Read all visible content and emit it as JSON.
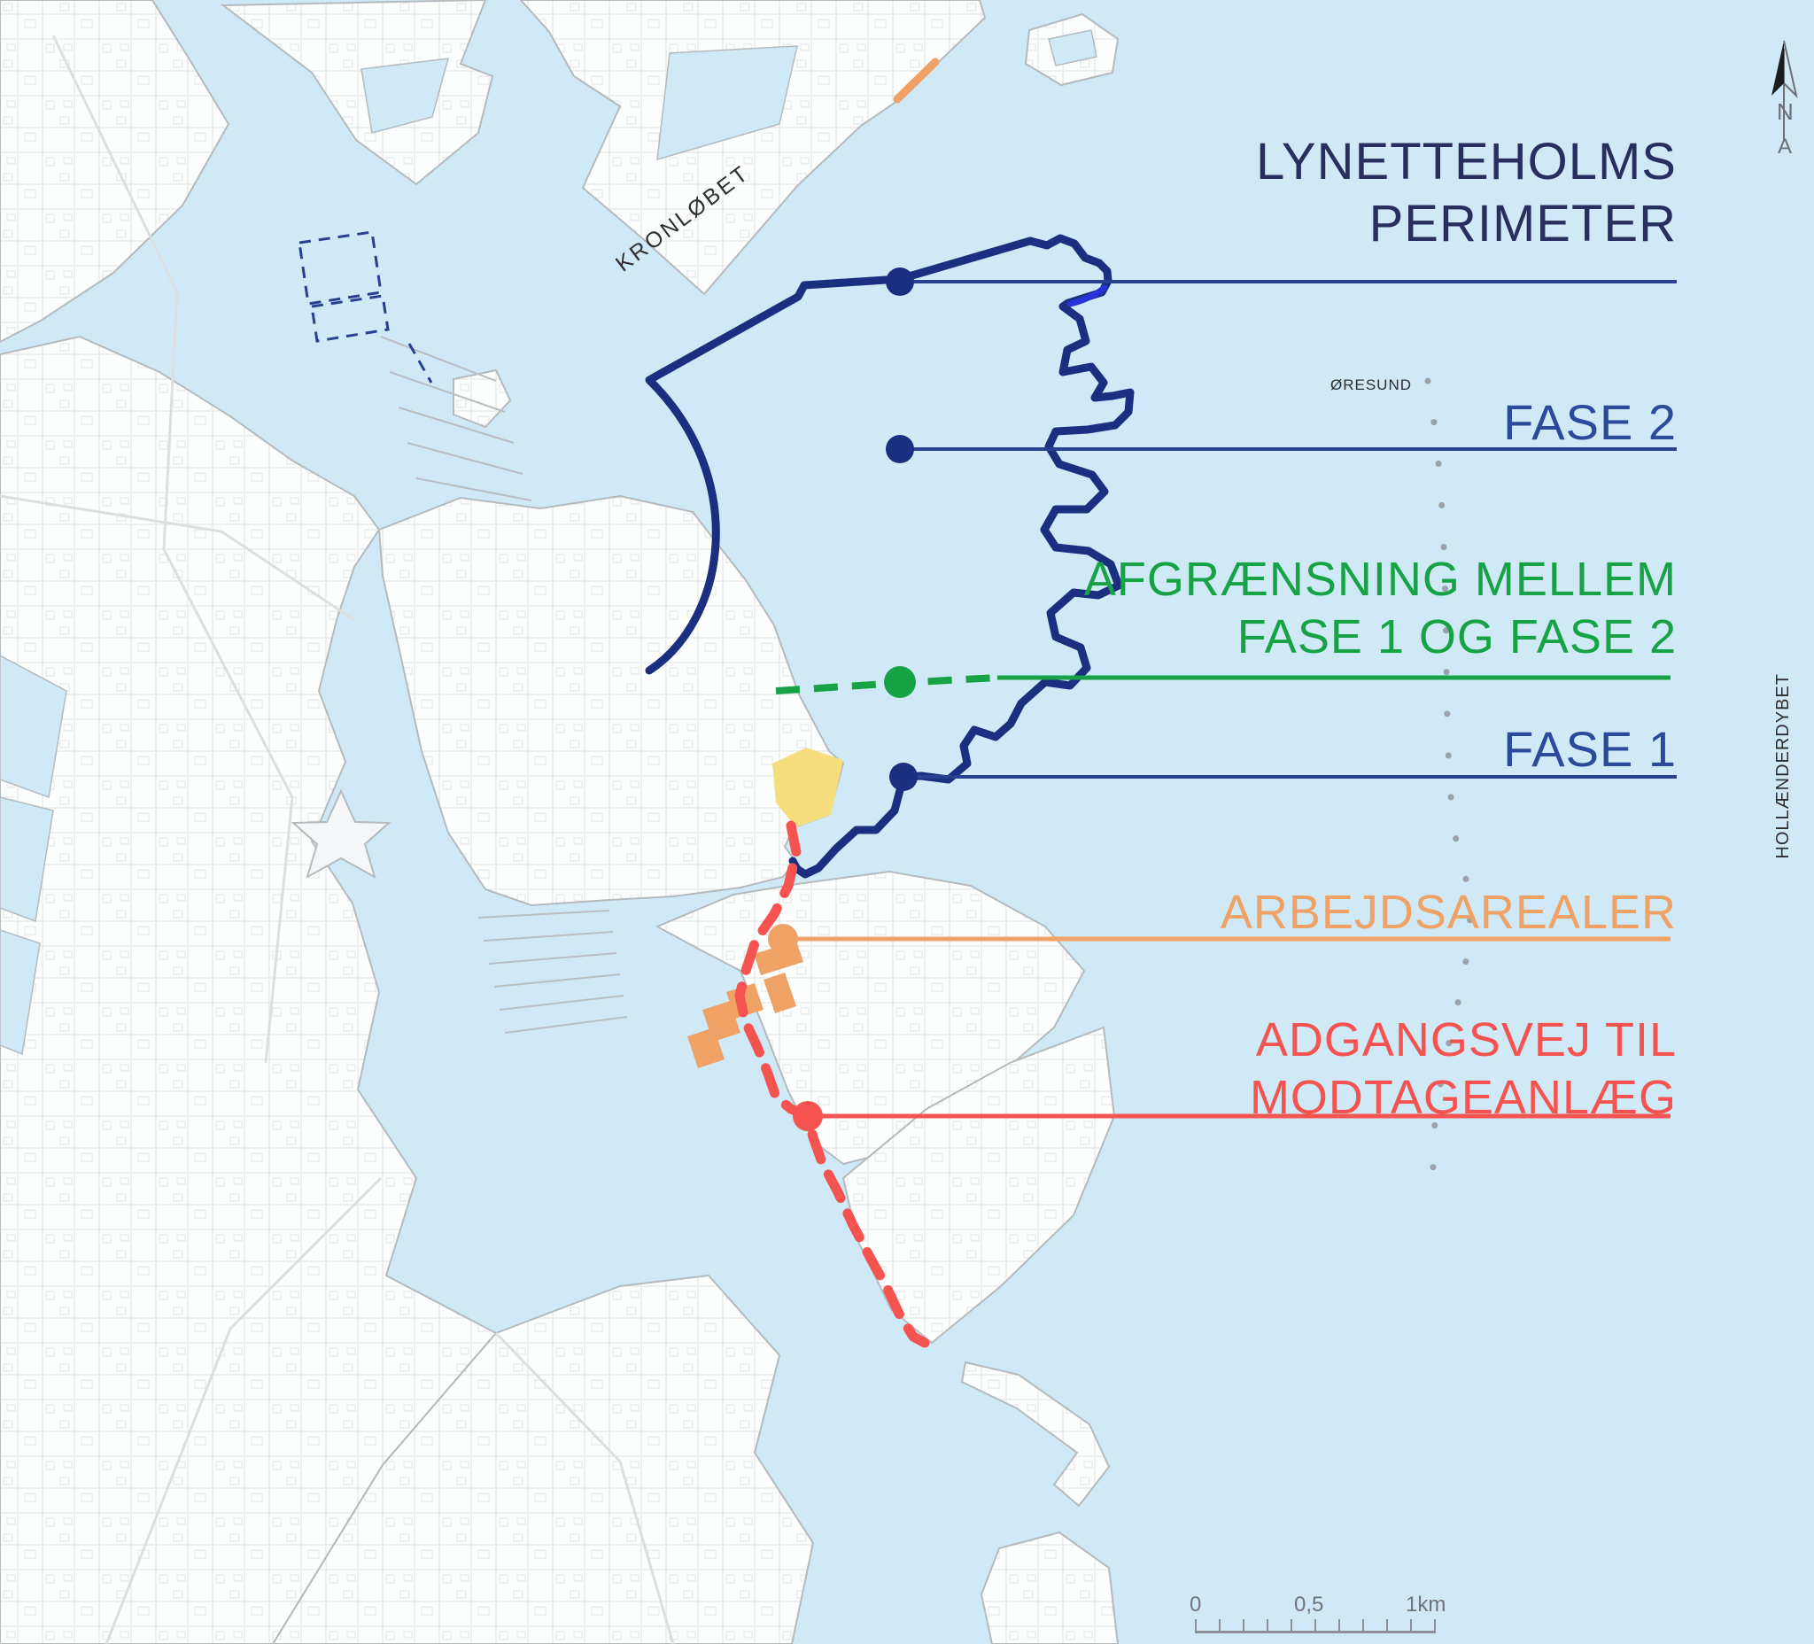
{
  "colors": {
    "water": "#cfe9f7",
    "perimeter_navy": "#1b2f80",
    "label_navy_dark": "#282e5e",
    "label_blue": "#2b4a9b",
    "green": "#17a345",
    "orange": "#f0a266",
    "red": "#f4534f",
    "yellow": "#f6de7f",
    "map_gray": "#b5babd",
    "muted": "#6f767b"
  },
  "annotations": {
    "perimeter": {
      "line1": "LYNETTEHOLMS",
      "line2": "PERIMETER"
    },
    "fase2": {
      "label": "FASE 2"
    },
    "divider": {
      "line1": "AFGRÆNSNING MELLEM",
      "line2": "FASE 1 OG FASE 2"
    },
    "fase1": {
      "label": "FASE 1"
    },
    "work_areas": {
      "label": "ARBEJDSAREALER"
    },
    "access_road": {
      "line1": "ADGANGSVEJ TIL",
      "line2": "MODTAGEANLÆG"
    }
  },
  "place_labels": {
    "kronlobet": "KRONLØBET",
    "oresund": "ØRESUND",
    "hollaenderdybet": "HOLLÆNDERDYBET"
  },
  "scale_bar": {
    "zero": "0",
    "half": "0,5",
    "one": "1km"
  },
  "north_arrow": {
    "n": "N",
    "a": "A"
  }
}
